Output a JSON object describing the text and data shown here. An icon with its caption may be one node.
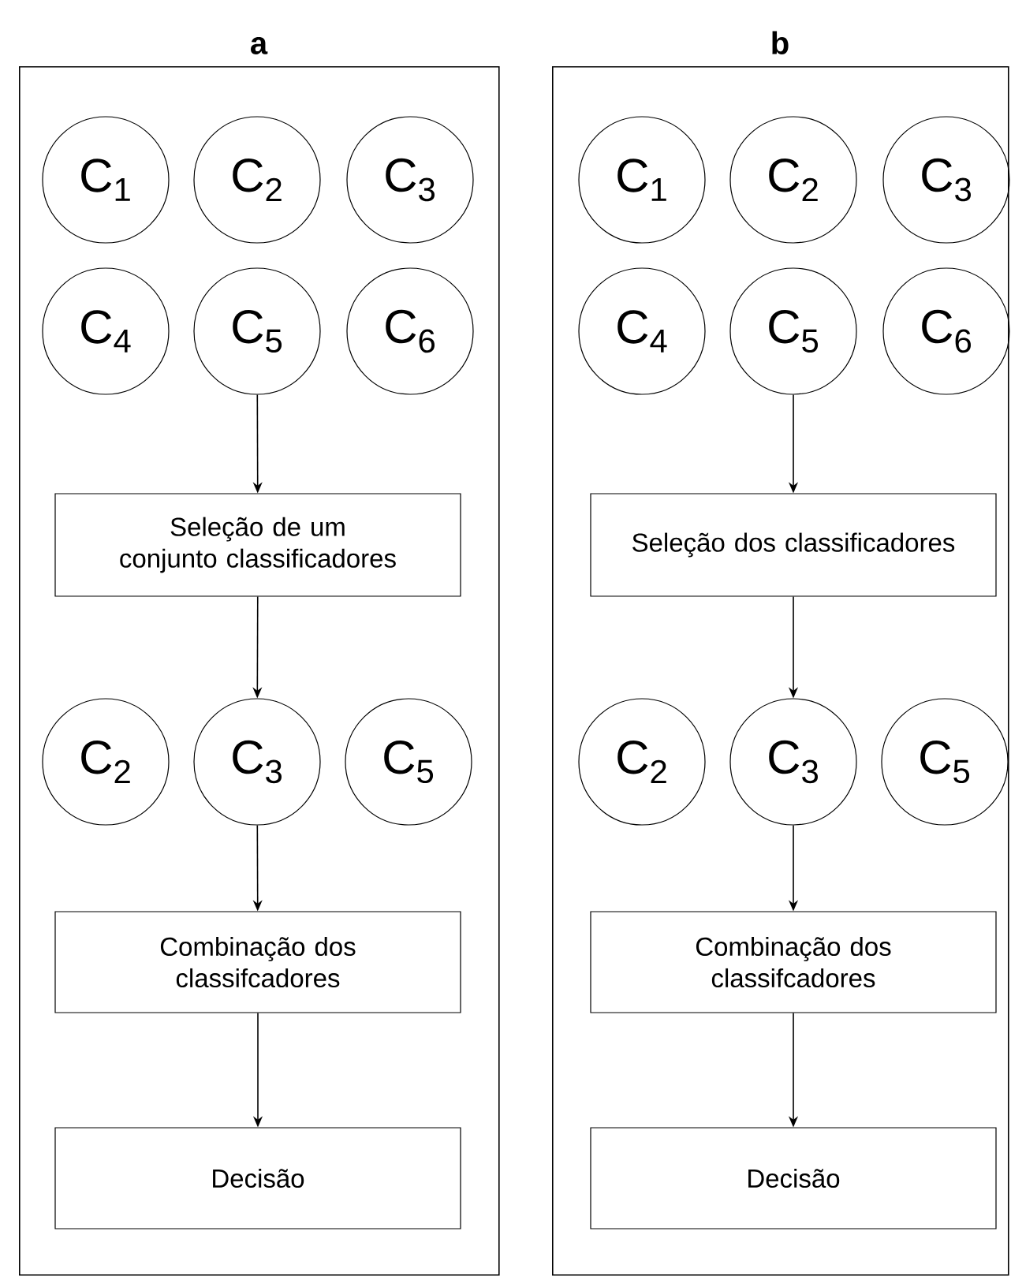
{
  "diagram": {
    "nodes": [
      {
        "text": [
          "a"
        ]
      },
      {
        "text": [
          "C$_{1}$"
        ],
        "in": 0
      },
      {
        "text": [
          "C$_{2}$"
        ],
        "in": 0
      },
      {
        "text": [
          "C$_{3}$"
        ],
        "in": 0
      },
      {
        "text": [
          "C$_{4}$"
        ],
        "in": 0
      },
      {
        "text": [
          "C$_{5}$"
        ],
        "in": 0
      },
      {
        "text": [
          "C$_{6}$"
        ],
        "in": 0
      },
      {
        "text": [
          "Seleção de um conjunto classificadores"
        ],
        "in": 0
      },
      {
        "text": [
          "C$_{2}$"
        ],
        "in": 0
      },
      {
        "text": [
          "C$_{3}$"
        ],
        "in": 0
      },
      {
        "text": [
          "C$_{5}$"
        ],
        "in": 0
      },
      {
        "text": [
          "Combinação dos classifcadores"
        ],
        "in": 0
      },
      {
        "text": [
          "Decisão"
        ],
        "in": 0
      },
      {
        "text": [
          "b"
        ]
      },
      {
        "text": [
          "C$_{1}$"
        ],
        "in": 13
      },
      {
        "text": [
          "C$_{2}$"
        ],
        "in": 13
      },
      {
        "text": [
          "C$_{3}$"
        ],
        "in": 13
      },
      {
        "text": [
          "C$_{4}$"
        ],
        "in": 13
      },
      {
        "text": [
          "C$_{5}$"
        ],
        "in": 13
      },
      {
        "text": [
          "C$_{6}$"
        ],
        "in": 13
      },
      {
        "text": [
          "Seleção dos classificadores"
        ],
        "in": 13
      },
      {
        "text": [
          "C$_{2}$"
        ],
        "in": 13
      },
      {
        "text": [
          "C$_{3}$"
        ],
        "in": 13
      },
      {
        "text": [
          "C$_{5}$"
        ],
        "in": 13
      },
      {
        "text": [
          "Combinação dos classifcadores"
        ],
        "in": 13
      },
      {
        "text": [
          "Decisão"
        ],
        "in": 13
      }
    ],
    "edges": [
      {
        "from": 5,
        "to": 7,
        "arrow": "to"
      },
      {
        "from": 7,
        "to": 9,
        "arrow": "to"
      },
      {
        "from": 9,
        "to": 11,
        "arrow": "to"
      },
      {
        "from": 11,
        "to": 12,
        "arrow": "to"
      },
      {
        "from": 18,
        "to": 20,
        "arrow": "to"
      },
      {
        "from": 20,
        "to": 22,
        "arrow": "to"
      },
      {
        "from": 22,
        "to": 24,
        "arrow": "to"
      },
      {
        "from": 24,
        "to": 25,
        "arrow": "to"
      }
    ]
  }
}
